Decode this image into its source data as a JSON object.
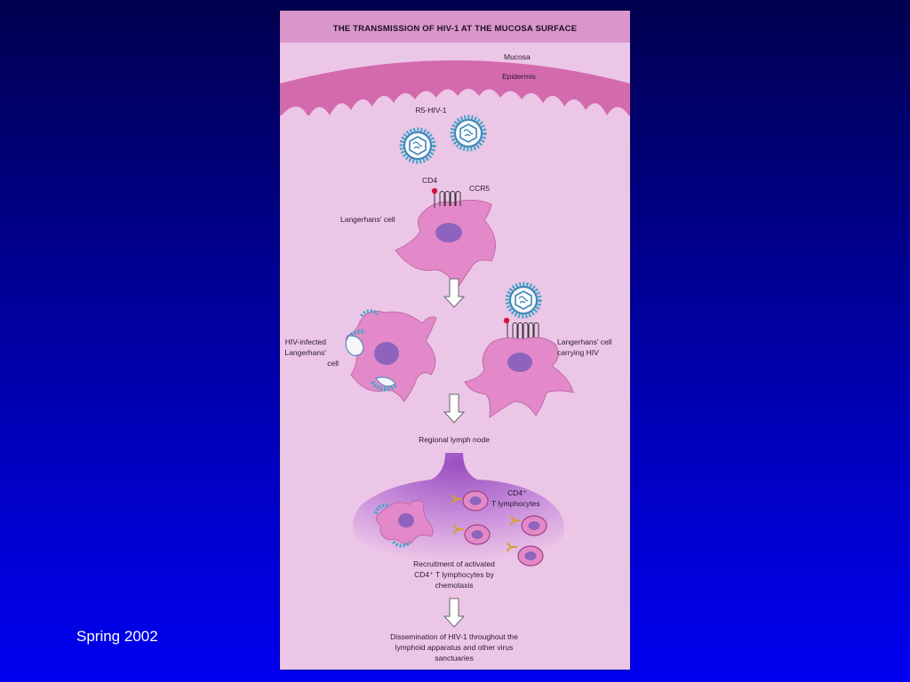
{
  "slide": {
    "footer": "Spring 2002"
  },
  "figure": {
    "title": "THE TRANSMISSION OF HIV-1 AT THE MUCOSA SURFACE",
    "labels": {
      "mucosa": "Mucosa",
      "epidermis": "Epidermis",
      "virus": "R5-HIV-1",
      "cd4": "CD4",
      "ccr5": "CCR5",
      "langerhans_cell": "Langerhans' cell",
      "infected": [
        "HIV-infected",
        "Langerhans'",
        "cell"
      ],
      "carrying": [
        "Langerhans' cell",
        "carrying HIV"
      ],
      "lymph_node": "Regional lymph node",
      "t_cells": [
        "CD4⁺",
        "T lymphocytes"
      ],
      "recruitment": [
        "Recruitment of activated",
        "CD4⁺ T lymphocytes by",
        "chemotaxis"
      ],
      "dissemination": [
        "Dissemination of HIV-1 throughout the",
        "lymphoid apparatus and other virus",
        "sanctuaries"
      ]
    },
    "colors": {
      "panel": "#ecc6e6",
      "header": "#d996cc",
      "tissue": "#d46aae",
      "cell": "#e389c9",
      "nucleus": "#8e63bd",
      "virus_spikes": "#3fa6c8",
      "receptor_red": "#d0163a",
      "antibody_gold": "#d6a12a",
      "lymph": "#b36fcf"
    },
    "icons": [
      "arrow-down-icon",
      "virus-icon",
      "cell-icon"
    ]
  }
}
